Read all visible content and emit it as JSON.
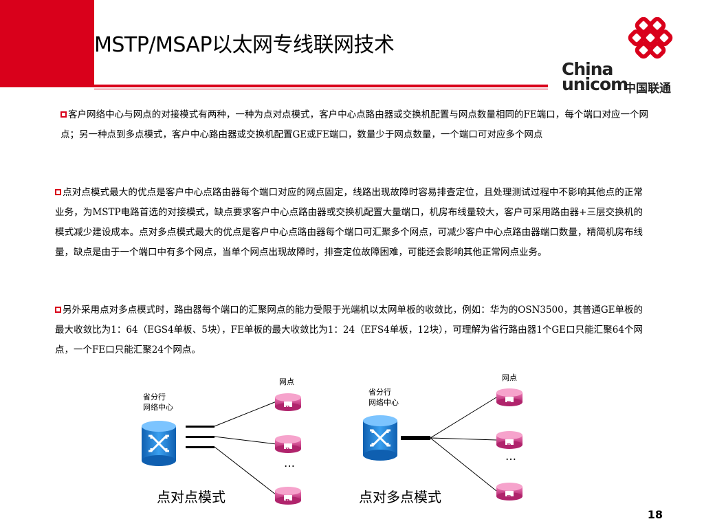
{
  "header": {
    "title": "MSTP/MSAP以太网专线联网技术",
    "accent_color": "#d9001b"
  },
  "logo": {
    "mark_icon": "china-unicom-knot-icon",
    "word_line1": "China",
    "word_line2": "unicom",
    "chinese": "中国联通"
  },
  "body": {
    "paragraph1": "客户网络中心与网点的对接模式有两种，一种为点对点模式，客户中心点路由器或交换机配置与网点数量相同的FE端口，每个端口对应一个网点；另一种点到多点模式，客户中心路由器或交换机配置GE或FE端口，数量少于网点数量，一个端口可对应多个网点",
    "paragraph2": "点对点模式最大的优点是客户中心点路由器每个端口对应的网点固定，线路出现故障时容易排查定位，且处理测试过程中不影响其他点的正常业务，为MSTP电路首选的对接模式，缺点要求客户中心点路由器或交换机配置大量端口，机房布线量较大，客户可采用路由器+三层交换机的模式减少建设成本。点对多点模式最大的优点是客户中心点路由器每个端口可汇聚多个网点，可减少客户中心点路由器端口数量，精简机房布线量，缺点是由于一个端口中有多个网点，当单个网点出现故障时，排查定位故障困难，可能还会影响其他正常网点业务。",
    "paragraph3": "另外采用点对多点模式时，路由器每个端口的汇聚网点的能力受限于光端机以太网单板的收敛比，例如：华为的OSN3500，其普通GE单板的最大收敛比为1：64（EGS4单板、5块），FE单板的最大收敛比为1：24（EFS4单板，12块），可理解为省行路由器1个GE口只能汇聚64个网点，一个FE口只能汇聚24个网点。"
  },
  "diagram": {
    "left": {
      "center_label_line1": "省分行",
      "center_label_line2": "网络中心",
      "node_label": "网点",
      "ellipsis_mid": "…",
      "ellipsis_low": "…",
      "mode_label": "点对点模式"
    },
    "right": {
      "center_label_line1": "省分行",
      "center_label_line2": "网络中心",
      "node_label": "网点",
      "ellipsis": "…",
      "mode_label": "点对多点模式"
    },
    "router_letter": "R",
    "switch_color": "#1e7fd6",
    "router_color": "#d63a8c"
  },
  "footer": {
    "page_number": "18"
  }
}
